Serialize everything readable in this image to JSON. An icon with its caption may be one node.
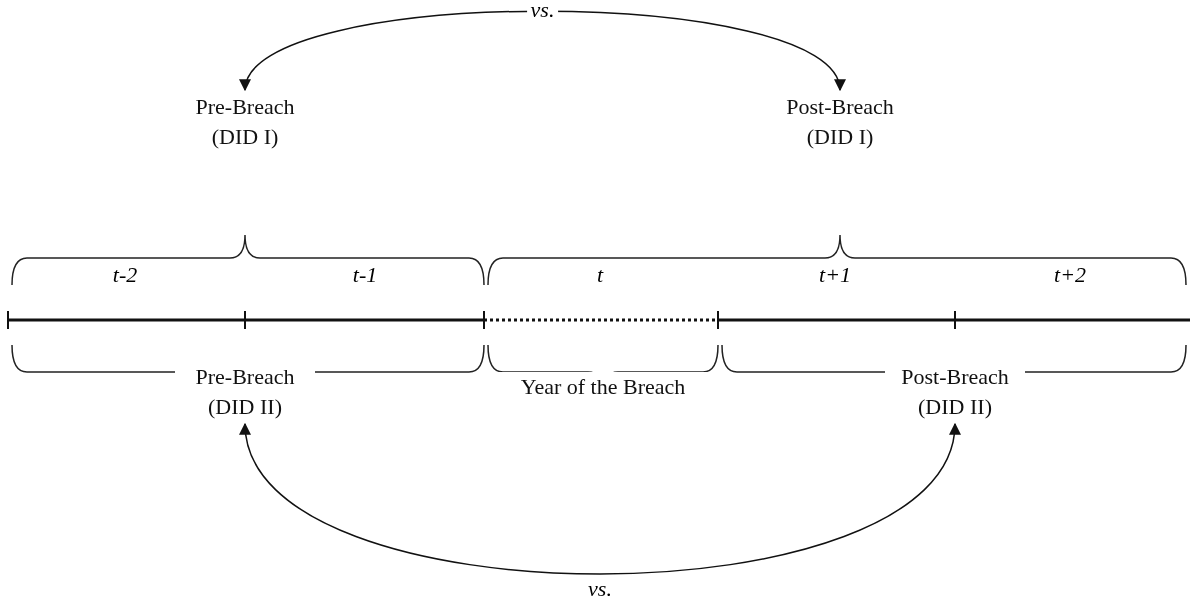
{
  "diagram": {
    "nodes": [
      {
        "text": [
          "Pre-Breach (DID I)"
        ]
      },
      {
        "text": [
          "Post-Breach (DID I)"
        ]
      },
      {
        "text": [
          "Pre-Breach (DID II)"
        ]
      },
      {
        "text": [
          "Year of the Breach"
        ]
      },
      {
        "text": [
          "Post-Breach (DID II)"
        ]
      }
    ],
    "edges": [
      {
        "from": 0,
        "to": 1,
        "arrow": "both",
        "label": "vs."
      },
      {
        "from": 2,
        "to": 4,
        "arrow": "both",
        "label": "vs."
      }
    ],
    "labels": [
      "t-2",
      "t-1",
      "t",
      "t+1",
      "t+2"
    ]
  }
}
